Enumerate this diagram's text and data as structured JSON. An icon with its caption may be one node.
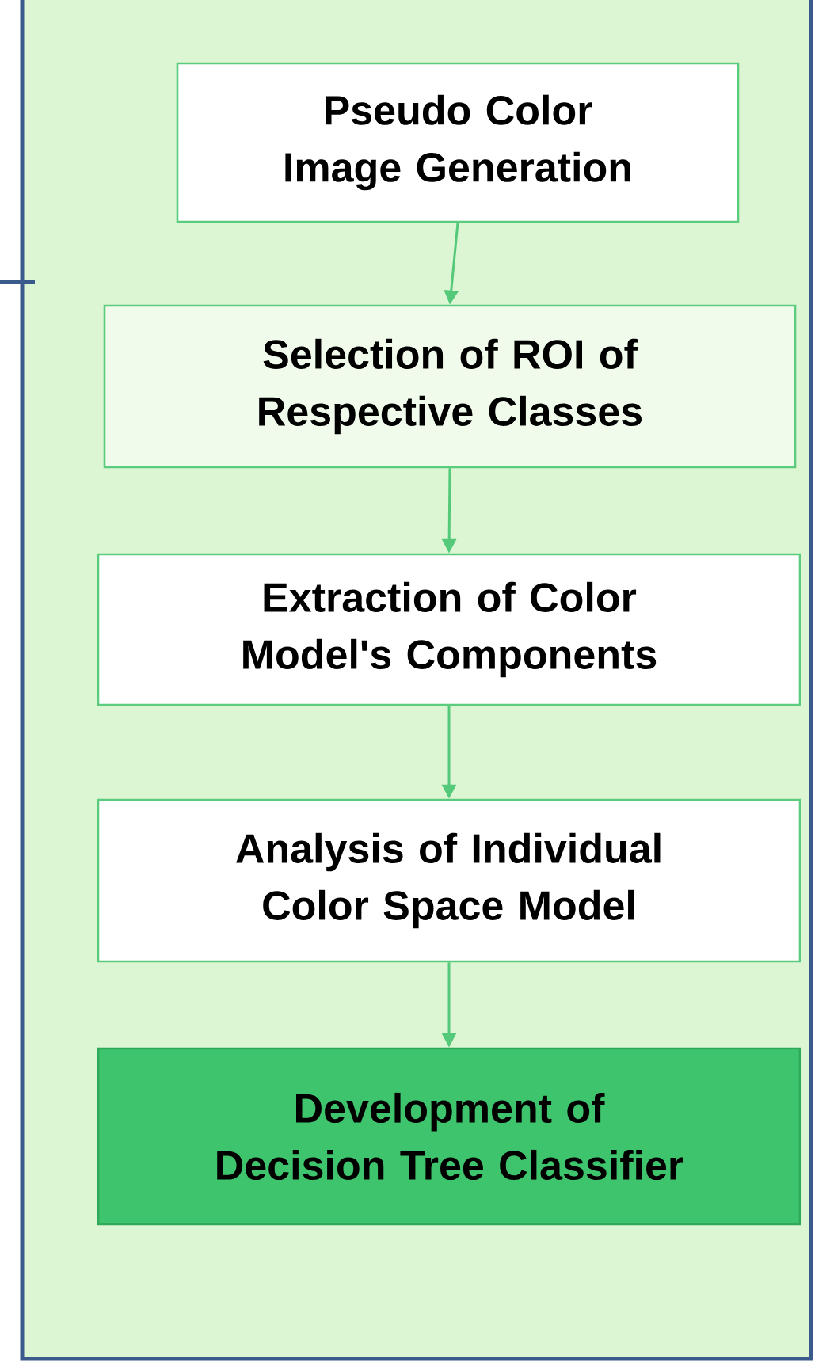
{
  "diagram": {
    "nodes": [
      {
        "text": [
          "Pseudo Color Image Generation"
        ]
      },
      {
        "text": [
          "Selection of ROI of Respective Classes"
        ]
      },
      {
        "text": [
          "Extraction of Color Model's Components"
        ]
      },
      {
        "text": [
          "Analysis of Individual Color Space Model"
        ]
      },
      {
        "text": [
          "Development of Decision Tree Classifier"
        ]
      }
    ],
    "edges": [
      {
        "from": 0,
        "to": 1,
        "arrow": "to"
      },
      {
        "from": 1,
        "to": 2,
        "arrow": "to"
      },
      {
        "from": 2,
        "to": 3,
        "arrow": "to"
      },
      {
        "from": 3,
        "to": 4,
        "arrow": "to"
      }
    ]
  }
}
